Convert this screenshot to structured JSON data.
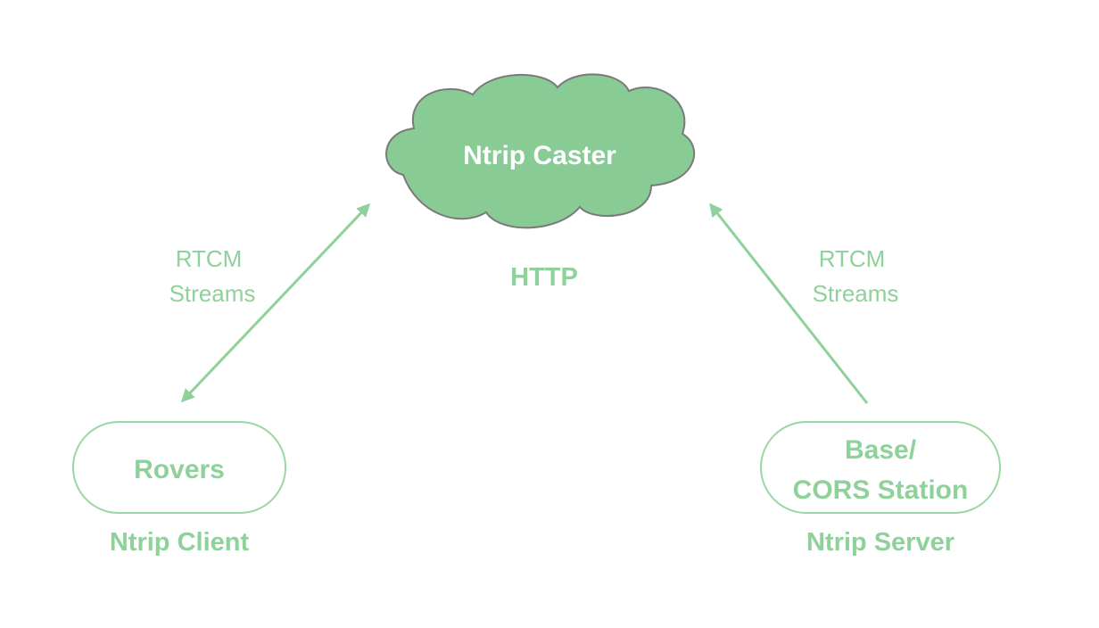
{
  "colors": {
    "cloud_fill": "#88cb94",
    "cloud_stroke": "#7a7a7a",
    "accent_green": "#8fd19a",
    "node_border": "#9ad7a3",
    "cloud_text": "#ffffff"
  },
  "caster": {
    "label": "Ntrip Caster",
    "protocol": "HTTP"
  },
  "client": {
    "node_label": "Rovers",
    "role": "Ntrip Client",
    "stream_line1": "RTCM",
    "stream_line2": "Streams",
    "connection": "bidirectional"
  },
  "server": {
    "node_line1": "Base/",
    "node_line2": "CORS Station",
    "role": "Ntrip Server",
    "stream_line1": "RTCM",
    "stream_line2": "Streams",
    "connection": "to-caster"
  }
}
